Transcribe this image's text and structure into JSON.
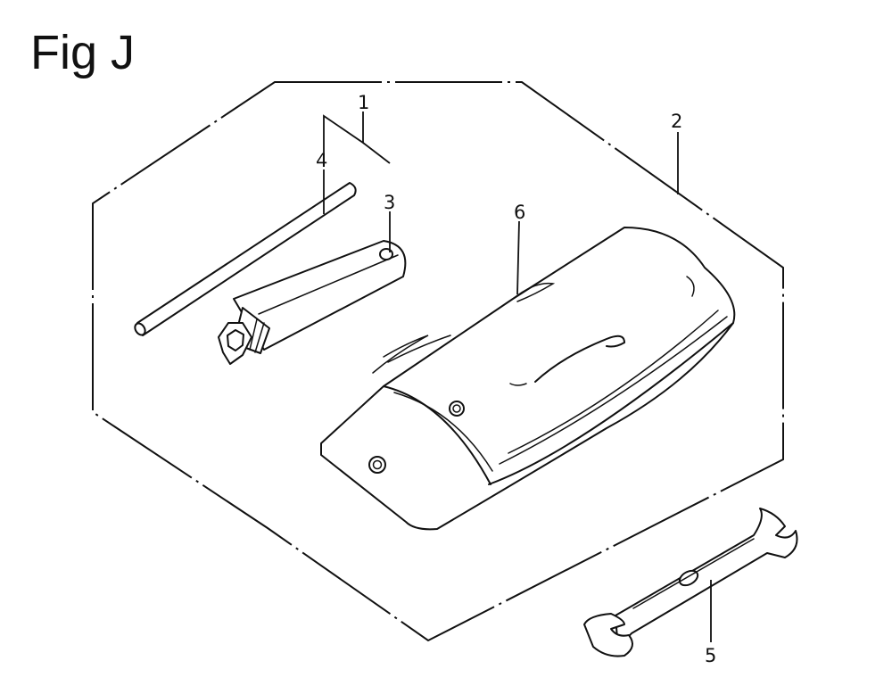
{
  "figure": {
    "title": "Fig J"
  },
  "callouts": {
    "c1": "1",
    "c2": "2",
    "c3": "3",
    "c4": "4",
    "c5": "5",
    "c6": "6"
  }
}
